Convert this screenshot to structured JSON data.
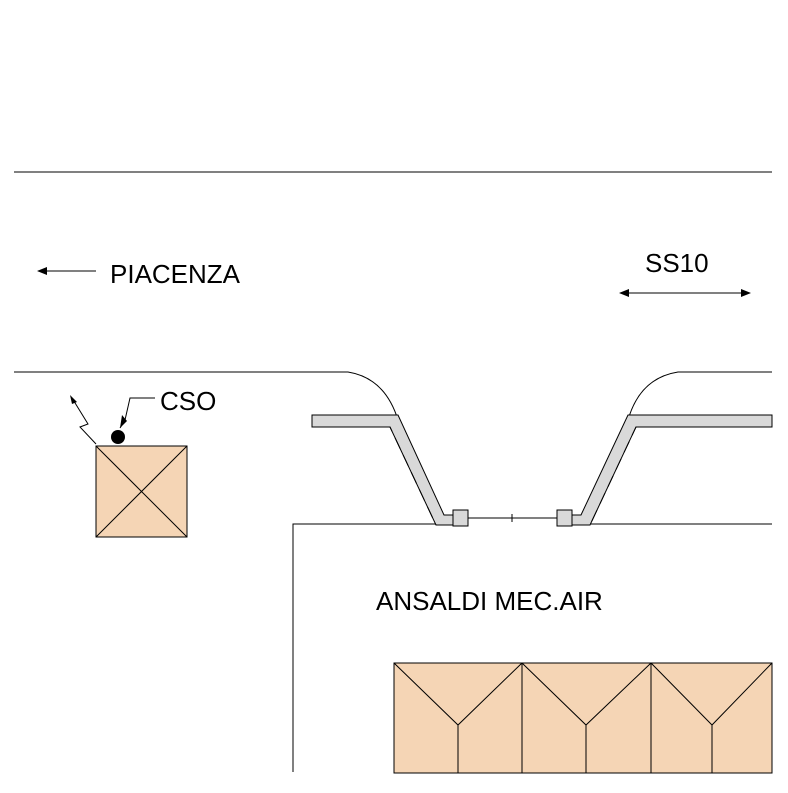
{
  "labels": {
    "piacenza": "PIACENZA",
    "ss10": "SS10",
    "cso": "CSO",
    "building": "ANSALDI MEC.AIR"
  },
  "colors": {
    "building_fill": "#F5D5B5",
    "fence_fill": "#D9D9D9",
    "line": "#000000",
    "background": "#FFFFFF"
  },
  "icons": {
    "cso_marker": "filled-circle",
    "arrow_left": "arrow-left",
    "arrow_both": "double-headed-arrow"
  }
}
